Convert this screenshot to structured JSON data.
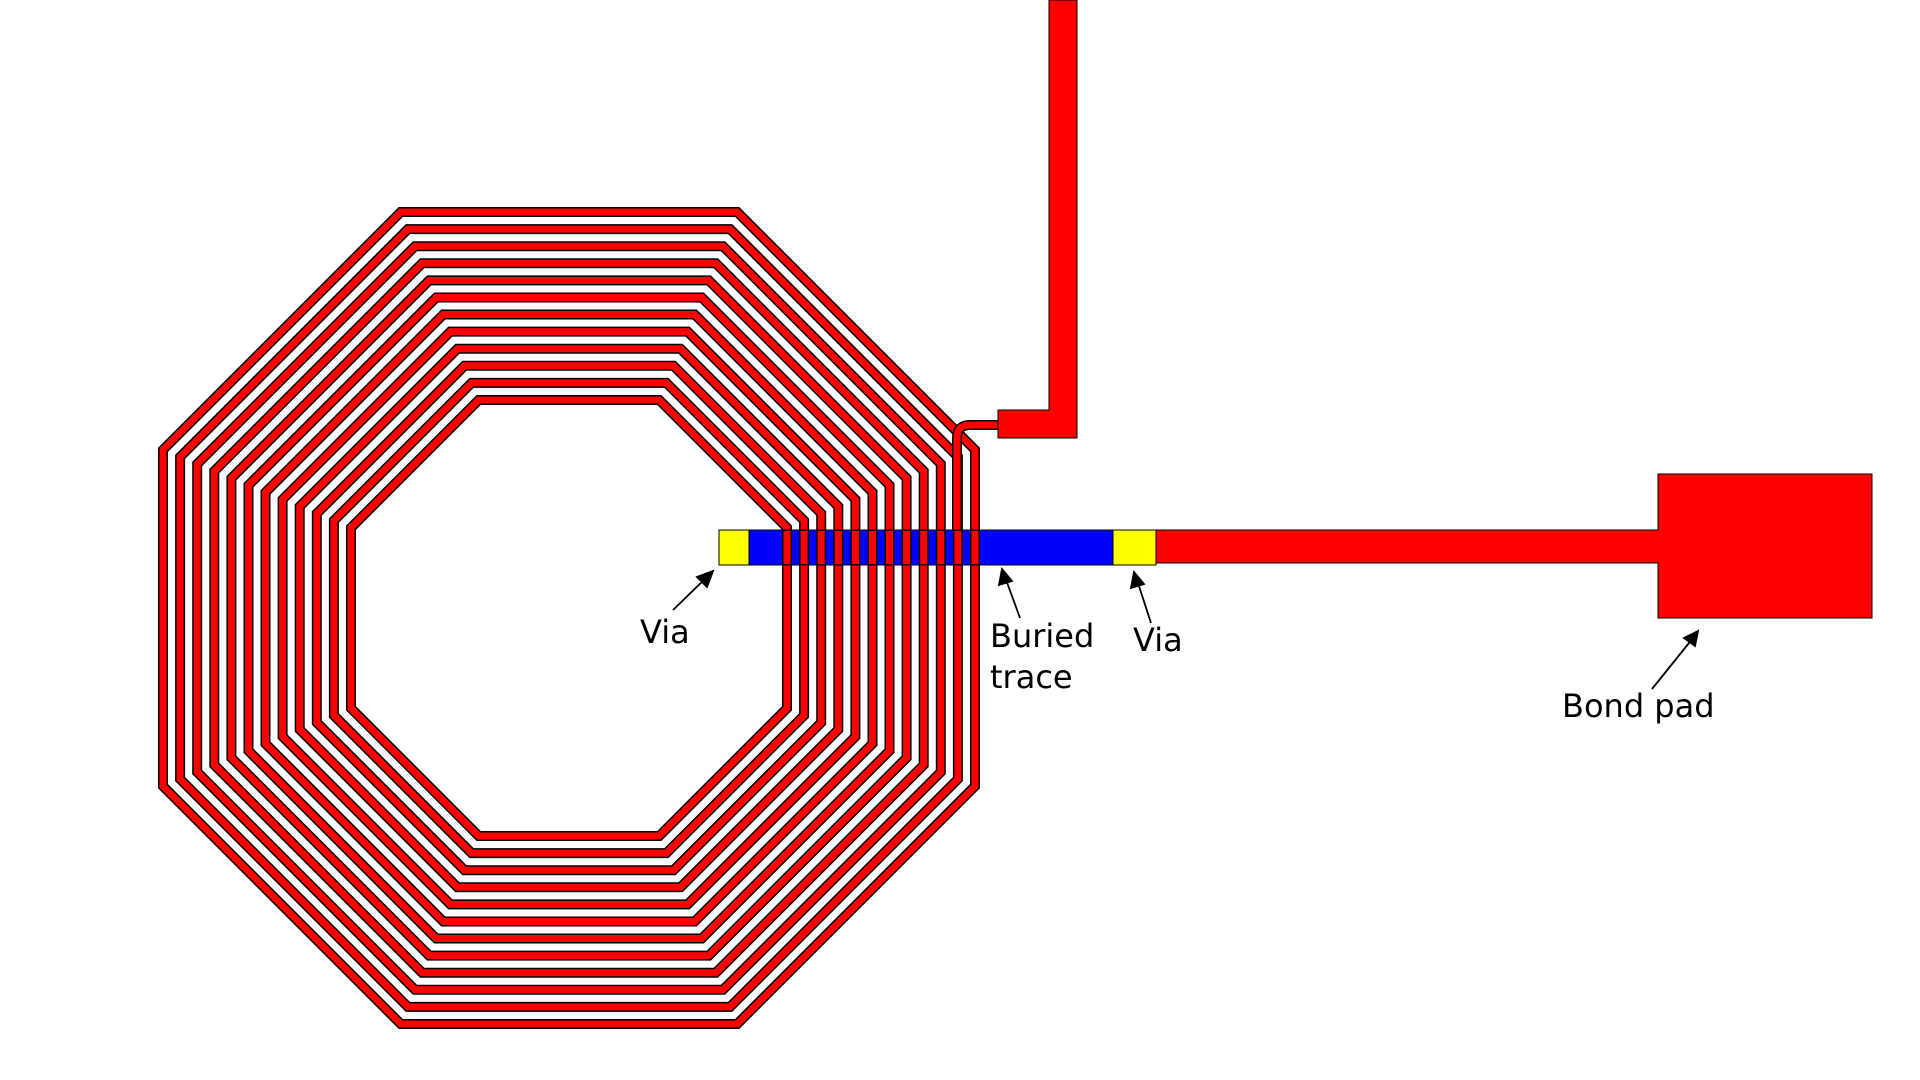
{
  "labels": {
    "via_left": "Via",
    "buried_trace_line1": "Buried",
    "buried_trace_line2": "trace",
    "via_right": "Via",
    "bond_pad": "Bond pad"
  },
  "colors": {
    "trace": "#ff0000",
    "buried_trace": "#0000ff",
    "via": "#ffff00",
    "background": "#ffffff",
    "outline": "#000000"
  },
  "coil": {
    "turns": 12
  }
}
